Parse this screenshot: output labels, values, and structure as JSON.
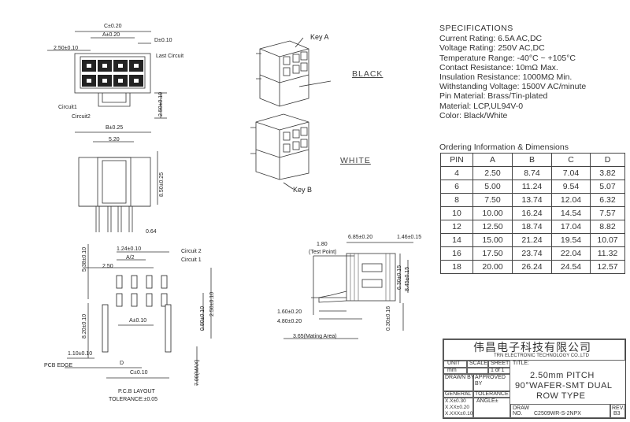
{
  "specifications": {
    "heading": "SPECIFICATIONS",
    "lines": [
      "Current Rating: 6.5A AC,DC",
      "Voltage Rating: 250V AC,DC",
      "Temperature Range: -40°C ~ +105°C",
      "Contact Resistance: 10mΩ Max.",
      "Insulation Resistance: 1000MΩ Min.",
      "Withstanding Voltage: 1500V AC/minute",
      "Pin Material: Brass/Tin-plated",
      "Material: LCP,UL94V-0",
      "Color: Black/White"
    ]
  },
  "ordering": {
    "title": "Ordering Information & Dimensions",
    "headers": [
      "PIN",
      "A",
      "B",
      "C",
      "D"
    ],
    "rows": [
      [
        "4",
        "2.50",
        "8.74",
        "7.04",
        "3.82"
      ],
      [
        "6",
        "5.00",
        "11.24",
        "9.54",
        "5.07"
      ],
      [
        "8",
        "7.50",
        "13.74",
        "12.04",
        "6.32"
      ],
      [
        "10",
        "10.00",
        "16.24",
        "14.54",
        "7.57"
      ],
      [
        "12",
        "12.50",
        "18.74",
        "17.04",
        "8.82"
      ],
      [
        "14",
        "15.00",
        "21.24",
        "19.54",
        "10.07"
      ],
      [
        "16",
        "17.50",
        "23.74",
        "22.04",
        "11.32"
      ],
      [
        "18",
        "20.00",
        "26.24",
        "24.54",
        "12.57"
      ]
    ]
  },
  "views": {
    "black_label": "BLACK",
    "white_label": "WHITE",
    "key_a": "Key A",
    "key_b": "Key B"
  },
  "top_view": {
    "c_dim": "C±0.20",
    "a_dim": "A±0.20",
    "d_dim": "D±0.10",
    "pitch_dim": "2.50±0.10",
    "last_circuit": "Last Circuit",
    "circuit1": "Circuit1",
    "circuit2": "Circuit2",
    "height_dim": "2.50±0.10"
  },
  "front_view": {
    "b_dim": "B±0.25",
    "inner_dim": "5.20",
    "height_dim": "8.50±0.25",
    "pin_dim": "0.64"
  },
  "pcb_layout": {
    "top_dim": "1.24±0.10",
    "a_half": "A/2",
    "circuit2": "Circuit 2",
    "circuit1": "Circuit 1",
    "pitch": "2.50",
    "left_dim": "5.38±0.10",
    "right_dim": "2.50±0.10",
    "a_dim": "A±0.10",
    "mid_dim": "0.80±0.10",
    "tall_dim": "8.20±0.10",
    "edge_dim": "1.10±0.10",
    "pcb_edge": "PCB EDGE",
    "d_label": "D",
    "c_dim": "C±0.10",
    "max_dim": "7.00(MAX)",
    "title": "P.C.B LAYOUT",
    "tolerance": "TOLERANCE:±0.05"
  },
  "side_view": {
    "test_point_dim": "1.80",
    "test_point": "(Test Point)",
    "w1": "6.85±0.20",
    "w2": "1.46±0.15",
    "h1": "8.45±0.15",
    "h2": "6.30±0.15",
    "b1": "1.60±0.20",
    "b2": "4.80±0.20",
    "b3": "0.30±0.16",
    "mating": "3.65(Mating Area)"
  },
  "title_block": {
    "company_cn": "伟昌电子科技有限公司",
    "company_en": "TRN ELECTRONIC TECHNOLOGY CO.,LTD",
    "unit_label": "UNIT",
    "scale_label": "SCALE",
    "sheet_label": "SHEET",
    "title_label": "TITLE:",
    "unit_value": "mm",
    "sheet_value": "1 of 1",
    "drawn_by": "DRAWN BY",
    "approved_by": "APPROVED BY",
    "title_line1": "2.50mm PITCH",
    "title_line2": "90°WAFER-SMT DUAL",
    "title_line3": "ROW TYPE",
    "general": "GENERAL",
    "tolerance": "TOLERANCE",
    "tol1": "X.X±0.30",
    "tol2": "X.XX±0.20",
    "tol3": "X.XXX±0.10",
    "angle": "ANGLE±",
    "draw_label": "DRAW",
    "no_label": "NO.",
    "drawing_no": "C2509WR-S-2NPX",
    "rev_label": "REV.",
    "rev_value": "B3"
  }
}
